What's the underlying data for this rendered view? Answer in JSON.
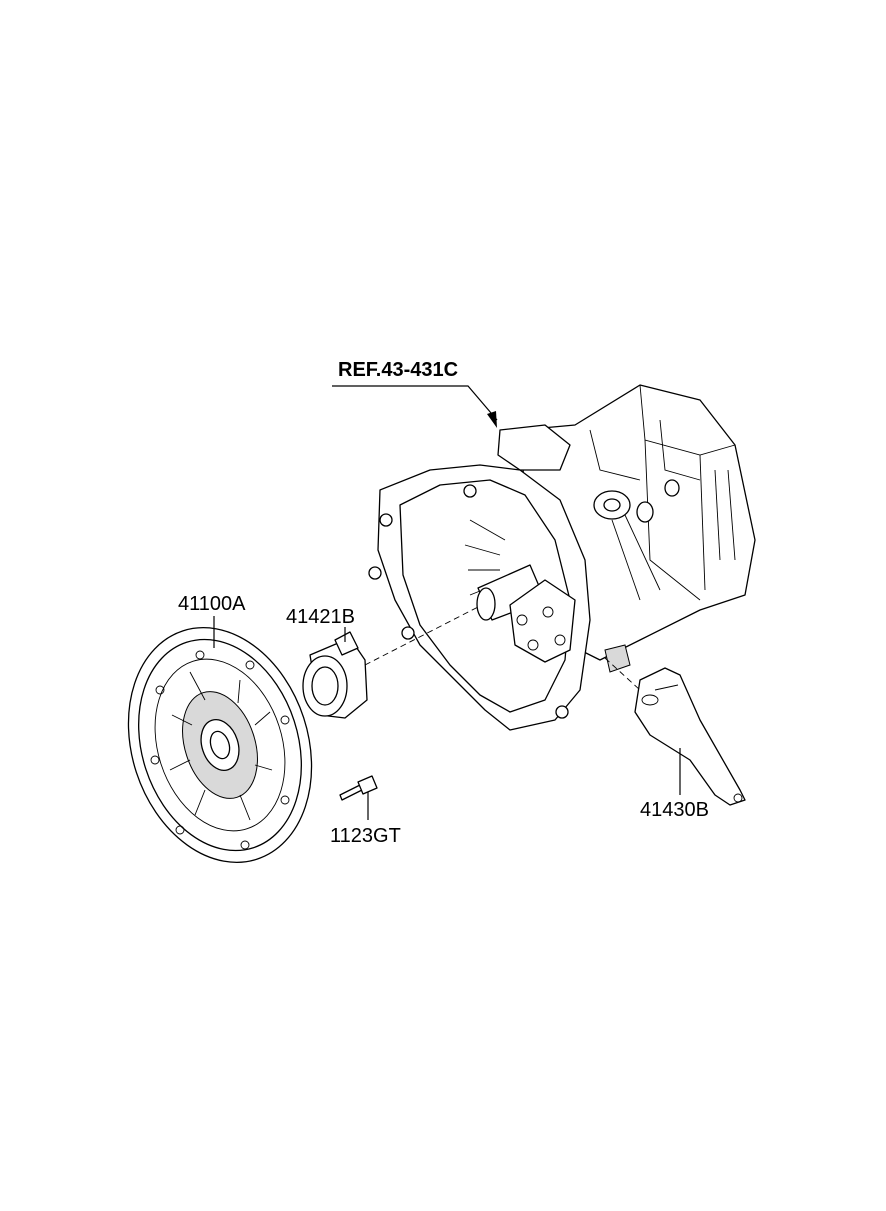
{
  "callouts": {
    "ref": "REF.43-431C",
    "clutch_cover": "41100A",
    "release_bearing": "41421B",
    "release_fork": "41430B",
    "bolt": "1123GT"
  }
}
